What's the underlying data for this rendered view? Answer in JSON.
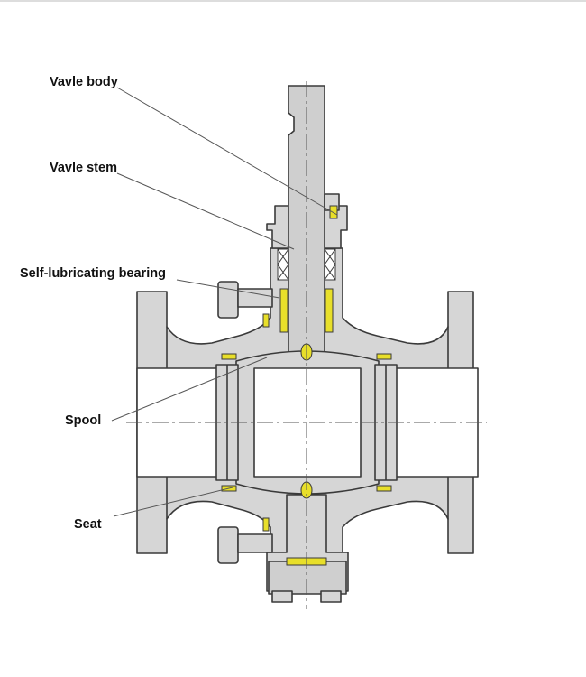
{
  "labels": {
    "valve_body": "Vavle body",
    "valve_stem": "Vavle stem",
    "bearing": "Self-lubricating bearing",
    "spool": "Spool",
    "seat": "Seat"
  },
  "colors": {
    "metal": "#d6d6d6",
    "metal_dark": "#bdbdbd",
    "bore": "#ffffff",
    "outline": "#3a3a3a",
    "bearing": "#e8df2a",
    "leader": "#555555"
  }
}
